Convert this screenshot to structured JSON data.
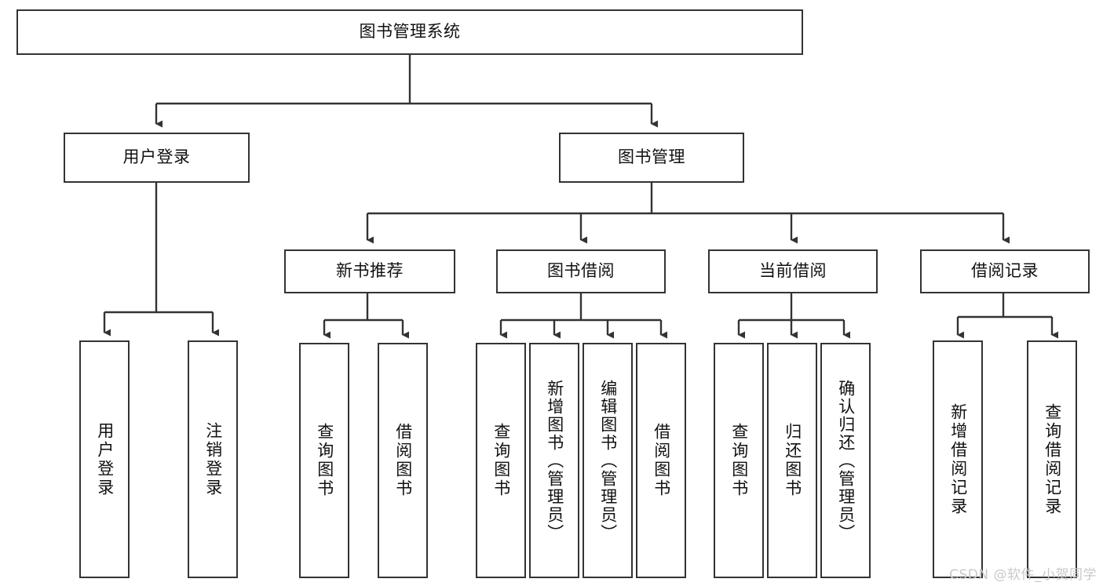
{
  "diagram": {
    "type": "tree-hierarchy-chart",
    "title": "图书管理系统",
    "colors": {
      "box_border": "#333333",
      "box_fill": "#ffffff",
      "connector": "#333333",
      "text": "#111111",
      "watermark": "#c9c9c9",
      "background": "#ffffff"
    }
  },
  "root": {
    "label": "图书管理系统"
  },
  "level2": [
    {
      "label": "用户登录"
    },
    {
      "label": "图书管理"
    }
  ],
  "level3": [
    {
      "label": "新书推荐"
    },
    {
      "label": "图书借阅"
    },
    {
      "label": "当前借阅"
    },
    {
      "label": "借阅记录"
    }
  ],
  "leaves": {
    "user_login": [
      {
        "label": "用户登录"
      },
      {
        "label": "注销登录"
      }
    ],
    "new_book_recommend": [
      {
        "label": "查询图书"
      },
      {
        "label": "借阅图书"
      }
    ],
    "book_borrow": [
      {
        "label": "查询图书"
      },
      {
        "label": "新增图书（管理员）"
      },
      {
        "label": "编辑图书（管理员）"
      },
      {
        "label": "借阅图书"
      }
    ],
    "current_borrow": [
      {
        "label": "查询图书"
      },
      {
        "label": "归还图书"
      },
      {
        "label": "确认归还（管理员）"
      }
    ],
    "borrow_record": [
      {
        "label": "新增借阅记录"
      },
      {
        "label": "查询借阅记录"
      }
    ]
  },
  "watermark": {
    "text": "CSDN @软件_小贺同学"
  }
}
